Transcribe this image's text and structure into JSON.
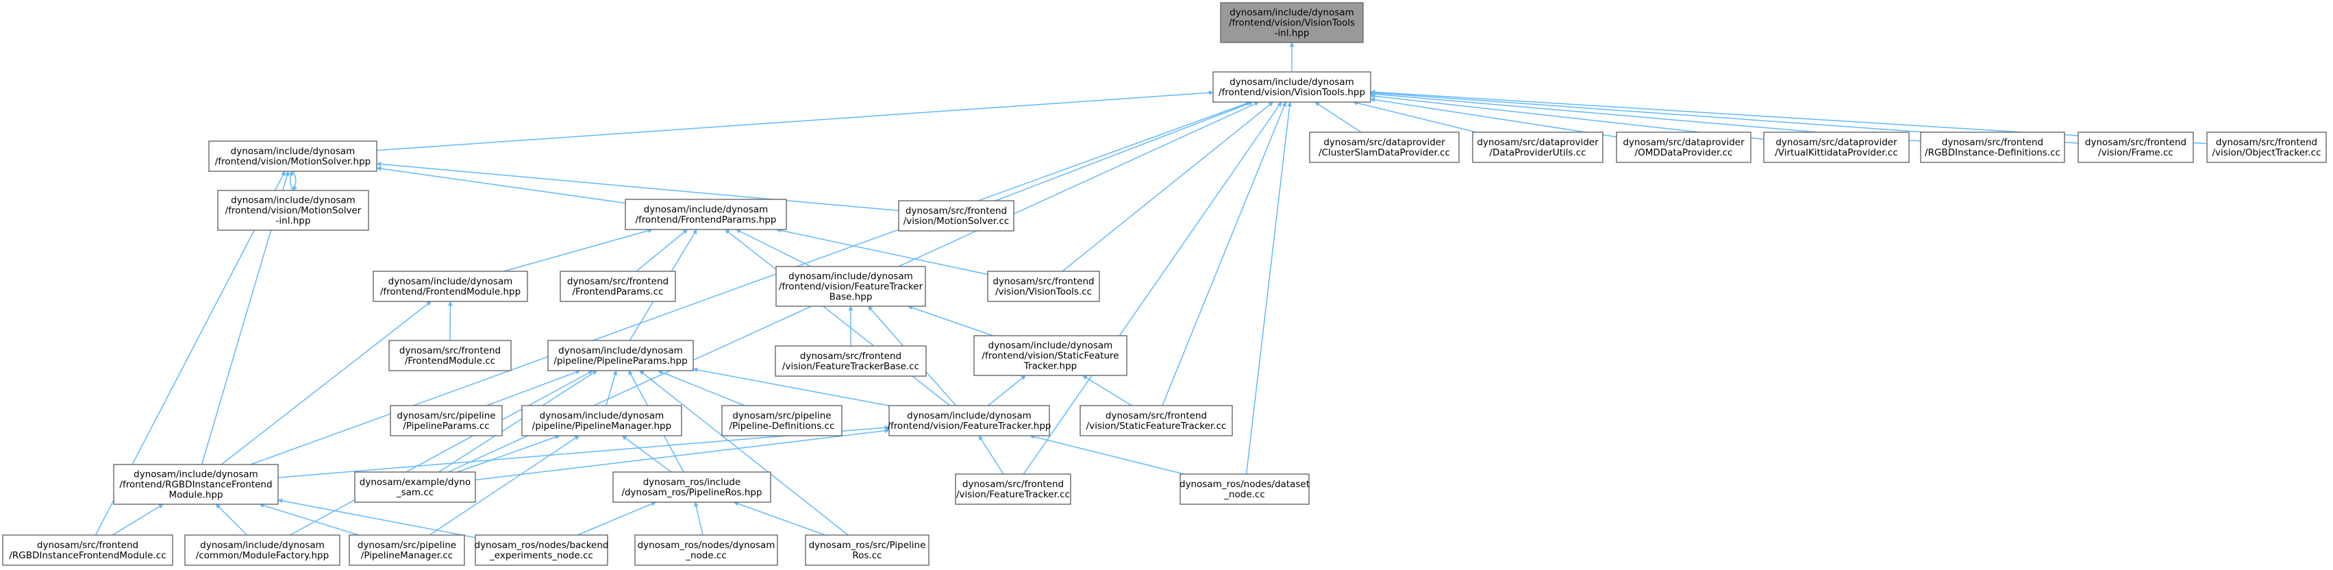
{
  "graph": {
    "edge_color": "#63b8ff",
    "node_border": "#666666",
    "highlight_fill": "#999999",
    "nodes": [
      {
        "id": "vt_inl",
        "lines": [
          "dynosam/include/dynosam",
          "/frontend/vision/VisionTools",
          "-inl.hpp"
        ],
        "highlight": true
      },
      {
        "id": "vt",
        "lines": [
          "dynosam/include/dynosam",
          "/frontend/vision/VisionTools.hpp"
        ]
      },
      {
        "id": "ms",
        "lines": [
          "dynosam/include/dynosam",
          "/frontend/vision/MotionSolver.hpp"
        ]
      },
      {
        "id": "ms_inl",
        "lines": [
          "dynosam/include/dynosam",
          "/frontend/vision/MotionSolver",
          "-inl.hpp"
        ]
      },
      {
        "id": "fp",
        "lines": [
          "dynosam/include/dynosam",
          "/frontend/FrontendParams.hpp"
        ]
      },
      {
        "id": "ms_cc",
        "lines": [
          "dynosam/src/frontend",
          "/vision/MotionSolver.cc"
        ]
      },
      {
        "id": "csdp",
        "lines": [
          "dynosam/src/dataprovider",
          "/ClusterSlamDataProvider.cc"
        ]
      },
      {
        "id": "dpu",
        "lines": [
          "dynosam/src/dataprovider",
          "/DataProviderUtils.cc"
        ]
      },
      {
        "id": "omd",
        "lines": [
          "dynosam/src/dataprovider",
          "/OMDDataProvider.cc"
        ]
      },
      {
        "id": "vkd",
        "lines": [
          "dynosam/src/dataprovider",
          "/VirtualKittidataProvider.cc"
        ]
      },
      {
        "id": "rgbd_def",
        "lines": [
          "dynosam/src/frontend",
          "/RGBDInstance-Definitions.cc"
        ]
      },
      {
        "id": "frame",
        "lines": [
          "dynosam/src/frontend",
          "/vision/Frame.cc"
        ]
      },
      {
        "id": "ot",
        "lines": [
          "dynosam/src/frontend",
          "/vision/ObjectTracker.cc"
        ]
      },
      {
        "id": "fm",
        "lines": [
          "dynosam/include/dynosam",
          "/frontend/FrontendModule.hpp"
        ]
      },
      {
        "id": "fp_cc",
        "lines": [
          "dynosam/src/frontend",
          "/FrontendParams.cc"
        ]
      },
      {
        "id": "ftb",
        "lines": [
          "dynosam/include/dynosam",
          "/frontend/vision/FeatureTracker",
          "Base.hpp"
        ]
      },
      {
        "id": "vt_cc",
        "lines": [
          "dynosam/src/frontend",
          "/vision/VisionTools.cc"
        ]
      },
      {
        "id": "fm_cc",
        "lines": [
          "dynosam/src/frontend",
          "/FrontendModule.cc"
        ]
      },
      {
        "id": "pp",
        "lines": [
          "dynosam/include/dynosam",
          "/pipeline/PipelineParams.hpp"
        ]
      },
      {
        "id": "ftb_cc",
        "lines": [
          "dynosam/src/frontend",
          "/vision/FeatureTrackerBase.cc"
        ]
      },
      {
        "id": "sft",
        "lines": [
          "dynosam/include/dynosam",
          "/frontend/vision/StaticFeature",
          "Tracker.hpp"
        ]
      },
      {
        "id": "pp_cc",
        "lines": [
          "dynosam/src/pipeline",
          "/PipelineParams.cc"
        ]
      },
      {
        "id": "pm",
        "lines": [
          "dynosam/include/dynosam",
          "/pipeline/PipelineManager.hpp"
        ]
      },
      {
        "id": "pdef",
        "lines": [
          "dynosam/src/pipeline",
          "/Pipeline-Definitions.cc"
        ]
      },
      {
        "id": "ft",
        "lines": [
          "dynosam/include/dynosam",
          "/frontend/vision/FeatureTracker.hpp"
        ]
      },
      {
        "id": "sft_cc",
        "lines": [
          "dynosam/src/frontend",
          "/vision/StaticFeatureTracker.cc"
        ]
      },
      {
        "id": "rgbd_fm",
        "lines": [
          "dynosam/include/dynosam",
          "/frontend/RGBDInstanceFrontend",
          "Module.hpp"
        ]
      },
      {
        "id": "dyno_sam",
        "lines": [
          "dynosam/example/dyno",
          "_sam.cc"
        ]
      },
      {
        "id": "pros",
        "lines": [
          "dynosam_ros/include",
          "/dynosam_ros/PipelineRos.hpp"
        ]
      },
      {
        "id": "ft_cc",
        "lines": [
          "dynosam/src/frontend",
          "/vision/FeatureTracker.cc"
        ]
      },
      {
        "id": "dataset",
        "lines": [
          "dynosam_ros/nodes/dataset",
          "_node.cc"
        ]
      },
      {
        "id": "rgbd_fm_cc",
        "lines": [
          "dynosam/src/frontend",
          "/RGBDInstanceFrontendModule.cc"
        ]
      },
      {
        "id": "mfact",
        "lines": [
          "dynosam/include/dynosam",
          "/common/ModuleFactory.hpp"
        ]
      },
      {
        "id": "pm_cc",
        "lines": [
          "dynosam/src/pipeline",
          "/PipelineManager.cc"
        ]
      },
      {
        "id": "backend",
        "lines": [
          "dynosam_ros/nodes/backend",
          "_experiments_node.cc"
        ]
      },
      {
        "id": "dnode",
        "lines": [
          "dynosam_ros/nodes/dynosam",
          "_node.cc"
        ]
      },
      {
        "id": "pros_cc",
        "lines": [
          "dynosam_ros/src/Pipeline",
          "Ros.cc"
        ]
      }
    ]
  }
}
